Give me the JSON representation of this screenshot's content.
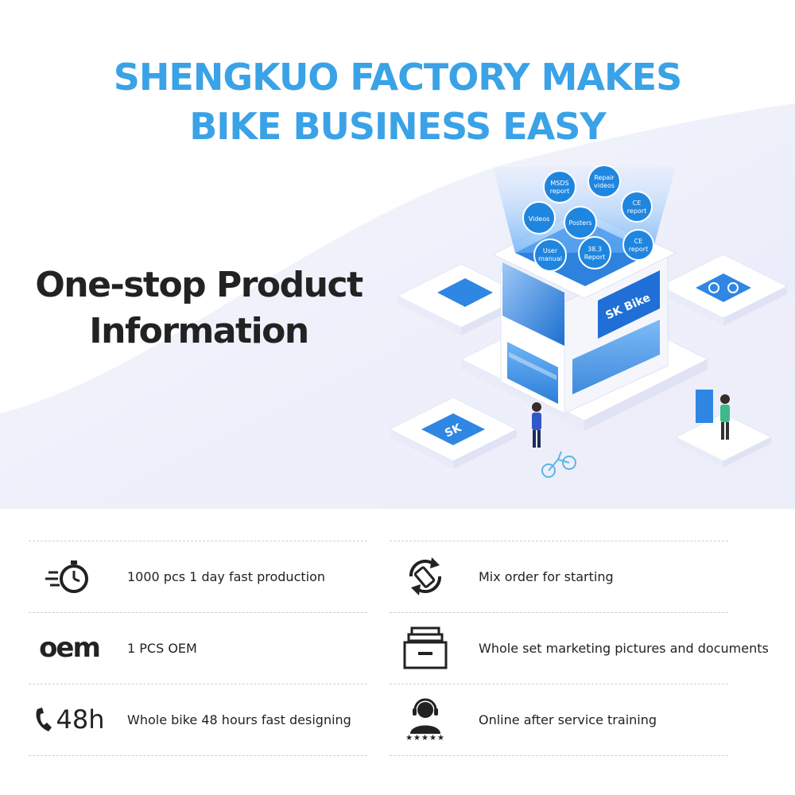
{
  "headline": {
    "line1": "SHENGKUO FACTORY MAKES",
    "line2": "BIKE BUSINESS EASY"
  },
  "subheadline": {
    "line1": "One-stop Product",
    "line2": "Information"
  },
  "colors": {
    "accent_blue": "#3aa2e6",
    "text_dark": "#222222",
    "bubble_blue": "#1f86e0",
    "background_lavender": "#eef0fb"
  },
  "illustration": {
    "bubbles": [
      {
        "line1": "MSDS",
        "line2": "report"
      },
      {
        "line1": "Repair",
        "line2": "videos"
      },
      {
        "line1": "CE",
        "line2": "report"
      },
      {
        "line1": "Videos",
        "line2": ""
      },
      {
        "line1": "Posters",
        "line2": ""
      },
      {
        "line1": "User",
        "line2": "manual"
      },
      {
        "line1": "38.3",
        "line2": "Report"
      },
      {
        "line1": "CE",
        "line2": "report"
      }
    ],
    "building_sign": "SK Bike",
    "tile_logo": "SK"
  },
  "features": {
    "left": [
      {
        "icon": "stopwatch-fast-icon",
        "label": "1000 pcs 1 day fast production"
      },
      {
        "icon": "oem-icon",
        "icon_text": "oem",
        "label": "1 PCS OEM"
      },
      {
        "icon": "phone-48h-icon",
        "icon_text": "48h",
        "label": "Whole bike 48 hours fast designing"
      }
    ],
    "right": [
      {
        "icon": "mix-order-icon",
        "label": "Mix order for starting"
      },
      {
        "icon": "document-tray-icon",
        "label": "Whole set marketing pictures and documents"
      },
      {
        "icon": "support-agent-icon",
        "icon_text": "★★★★★",
        "label": "Online after service training"
      }
    ]
  }
}
